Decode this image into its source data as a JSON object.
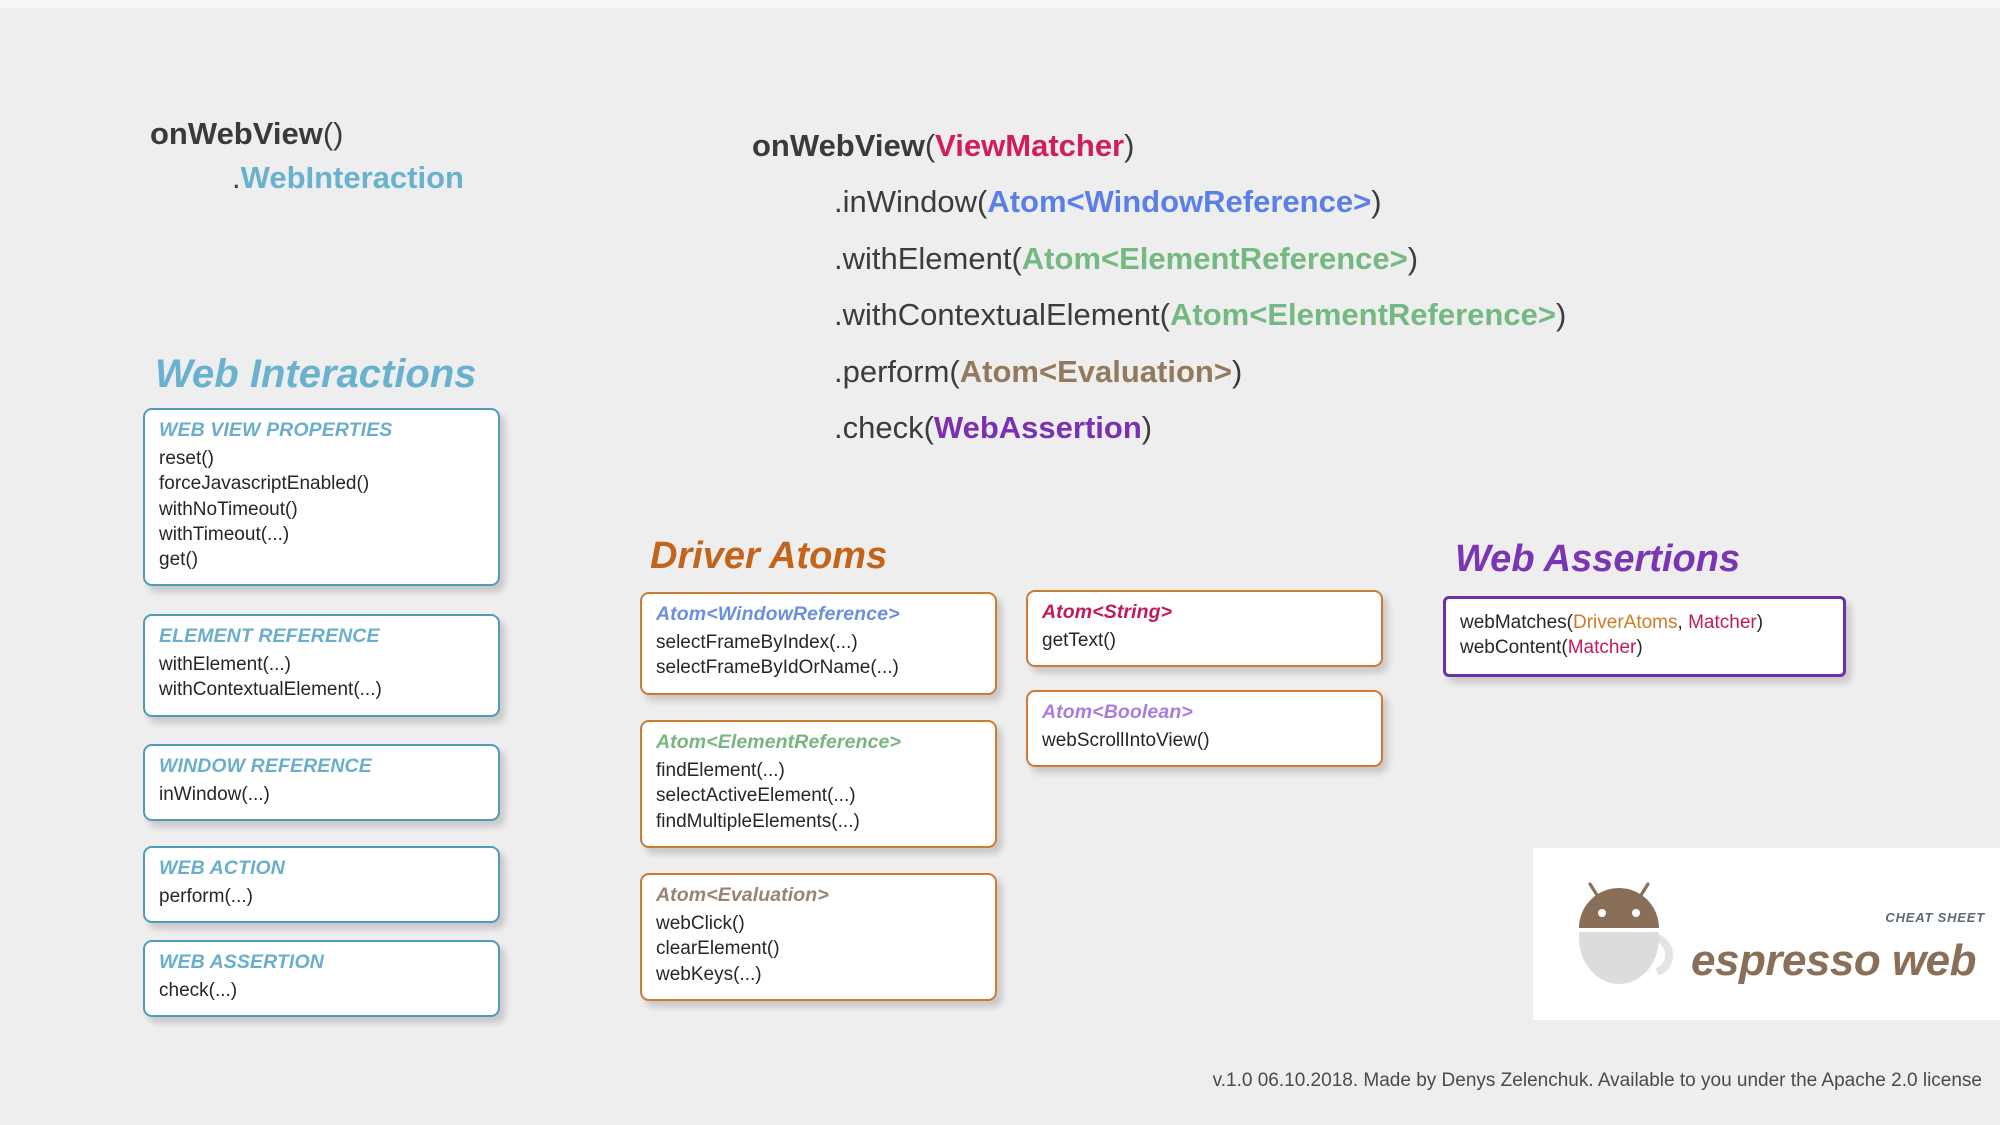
{
  "background": {
    "page_color": "#eeeeee",
    "card_color": "#ffffff"
  },
  "signature_left": {
    "method": "onWebView",
    "open_paren": "(",
    "close_paren": ")",
    "return_dot": ".",
    "return_type": "WebInteraction",
    "return_type_color": "#68b2d0"
  },
  "signature_right": {
    "header": {
      "method": "onWebView",
      "open_paren": "(",
      "param": "ViewMatcher",
      "param_color": "#d31c5a",
      "close_paren": ")"
    },
    "chain": [
      {
        "method": ".inWindow(",
        "param": "Atom<WindowReference>",
        "param_color": "#5a7fe8",
        "close": ")"
      },
      {
        "method": ".withElement(",
        "param": "Atom<ElementReference>",
        "param_color": "#74b882",
        "close": ")"
      },
      {
        "method": ".withContextualElement(",
        "param": "Atom<ElementReference>",
        "param_color": "#74b882",
        "close": ")"
      },
      {
        "method": ".perform(",
        "param": "Atom<Evaluation>",
        "param_color": "#937a5e",
        "close": ")"
      },
      {
        "method": ".check(",
        "param": "WebAssertion",
        "param_color": "#7b2fb3",
        "close": ")"
      }
    ]
  },
  "sections": {
    "web_interactions": {
      "title": "Web Interactions",
      "color": "#68b2d0",
      "cards": [
        {
          "title": "WEB VIEW PROPERTIES",
          "items": [
            "reset()",
            "forceJavascriptEnabled()",
            "withNoTimeout()",
            "withTimeout(...)",
            "get()"
          ]
        },
        {
          "title": "ELEMENT REFERENCE",
          "items": [
            "withElement(...)",
            "withContextualElement(...)"
          ]
        },
        {
          "title": "WINDOW REFERENCE",
          "items": [
            "inWindow(...)"
          ]
        },
        {
          "title": "WEB ACTION",
          "items": [
            "perform(...)"
          ]
        },
        {
          "title": "WEB ASSERTION",
          "items": [
            "check(...)"
          ]
        }
      ]
    },
    "driver_atoms": {
      "title": "Driver Atoms",
      "color": "#c4641a",
      "cards_left": [
        {
          "title": "Atom<WindowReference>",
          "title_color": "#6a8fe0",
          "items": [
            "selectFrameByIndex(...)",
            "selectFrameByIdOrName(...)"
          ]
        },
        {
          "title": "Atom<ElementReference>",
          "title_color": "#79b583",
          "items": [
            "findElement(...)",
            "selectActiveElement(...)",
            "findMultipleElements(...)"
          ]
        },
        {
          "title": "Atom<Evaluation>",
          "title_color": "#9b8374",
          "items": [
            "webClick()",
            "clearElement()",
            "webKeys(...)"
          ]
        }
      ],
      "cards_right": [
        {
          "title": "Atom<String>",
          "title_color": "#c2195b",
          "items": [
            "getText()"
          ]
        },
        {
          "title": "Atom<Boolean>",
          "title_color": "#a97ddd",
          "items": [
            "webScrollIntoView()"
          ]
        }
      ]
    },
    "web_assertions": {
      "title": "Web Assertions",
      "color": "#7a34b4",
      "card": {
        "lines": [
          {
            "prefix": "webMatches(",
            "tokens": [
              {
                "text": "DriverAtoms",
                "color": "#cf7a24"
              },
              {
                "text": ", ",
                "color": "#262626"
              },
              {
                "text": "Matcher",
                "color": "#c2195b"
              }
            ],
            "suffix": ")"
          },
          {
            "prefix": "webContent(",
            "tokens": [
              {
                "text": "Matcher",
                "color": "#c2195b"
              }
            ],
            "suffix": ")"
          }
        ]
      }
    }
  },
  "logo": {
    "kicker": "CHEAT SHEET",
    "wordmark": "espresso web",
    "head_color": "#8a6f58",
    "cup_color": "#dcdcdc"
  },
  "footer": {
    "text": "v.1.0 06.10.2018. Made by Denys Zelenchuk. Available to you under the Apache 2.0 license"
  }
}
